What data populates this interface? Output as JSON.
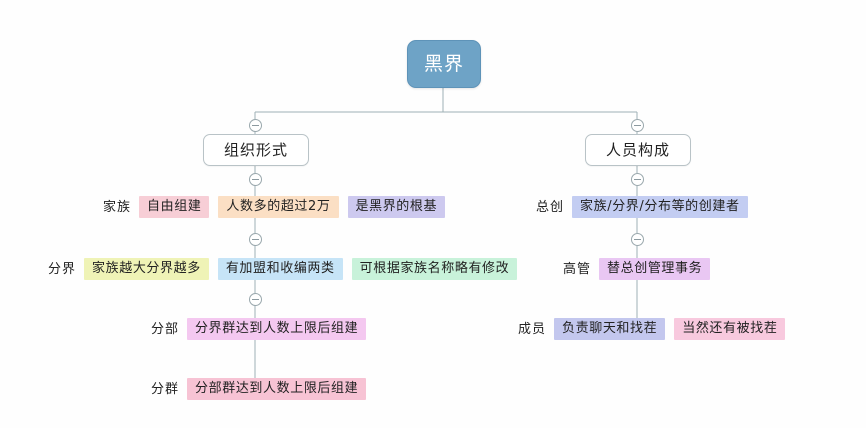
{
  "diagram": {
    "type": "mind-map",
    "title": "黑界",
    "root": {
      "label": "黑界",
      "color": "#6ea3c6",
      "text_color": "#ffffff"
    },
    "branches": [
      {
        "id": "organization",
        "label": "组织形式",
        "side": "left",
        "rows": [
          {
            "label": "家族",
            "tags": [
              {
                "text": "自由组建",
                "color": "#f7ced6"
              },
              {
                "text": "人数多的超过2万",
                "color": "#fbdfc4"
              },
              {
                "text": "是黑界的根基",
                "color": "#cdc9ef"
              }
            ]
          },
          {
            "label": "分界",
            "tags": [
              {
                "text": "家族越大分界越多",
                "color": "#eff3b6"
              },
              {
                "text": "有加盟和收编两类",
                "color": "#c6e4f7"
              },
              {
                "text": "可根据家族名称略有修改",
                "color": "#c8f2da"
              }
            ]
          },
          {
            "label": "分部",
            "tags": [
              {
                "text": "分界群达到人数上限后组建",
                "color": "#f4c8f0"
              }
            ]
          },
          {
            "label": "分群",
            "tags": [
              {
                "text": "分部群达到人数上限后组建",
                "color": "#f7c3d4"
              }
            ]
          }
        ]
      },
      {
        "id": "personnel",
        "label": "人员构成",
        "side": "right",
        "rows": [
          {
            "label": "总创",
            "tags": [
              {
                "text": "家族/分界/分布等的创建者",
                "color": "#c3cdf2"
              }
            ]
          },
          {
            "label": "高管",
            "tags": [
              {
                "text": "替总创管理事务",
                "color": "#e9c7f3"
              }
            ]
          },
          {
            "label": "成员",
            "tags": [
              {
                "text": "负责聊天和找茬",
                "color": "#c3c7ee"
              },
              {
                "text": "当然还有被找茬",
                "color": "#f8c9de"
              }
            ]
          }
        ]
      }
    ],
    "toggles": {
      "icon": "minus-circle-icon",
      "state": "expanded"
    },
    "edge_color": "#9fb0b5"
  }
}
